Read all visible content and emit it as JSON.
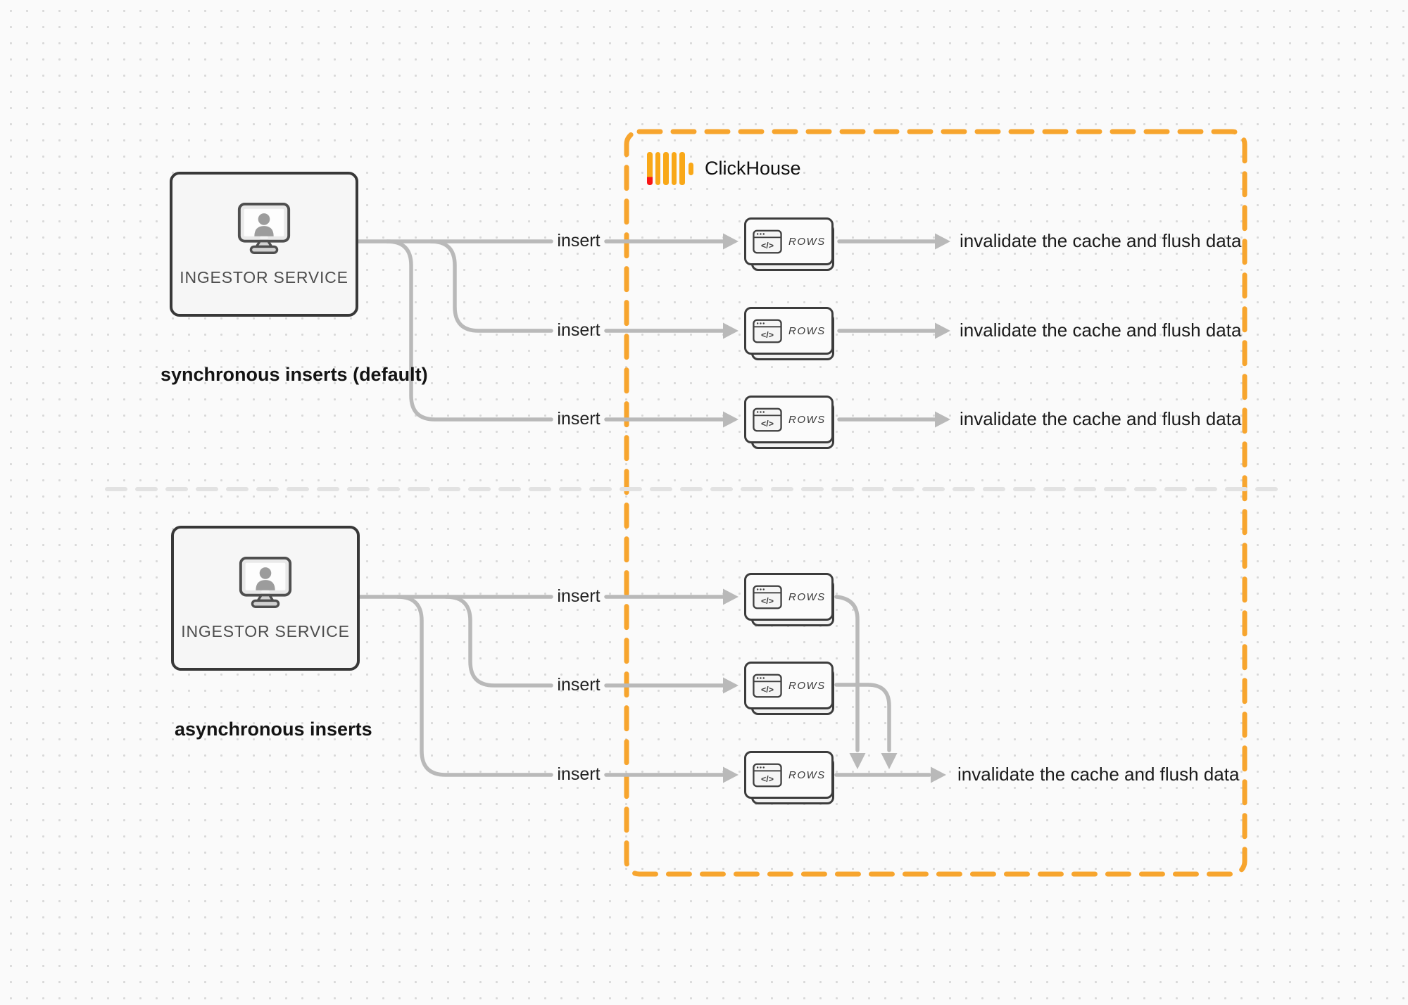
{
  "clickhouse": {
    "title": "ClickHouse",
    "logo_icon": "clickhouse-bars-logo"
  },
  "sections": {
    "sync": {
      "caption": "synchronous inserts (default)",
      "service_label": "INGESTOR SERVICE"
    },
    "async": {
      "caption": "asynchronous inserts",
      "service_label": "INGESTOR SERVICE"
    }
  },
  "labels": {
    "insert": "insert",
    "invalidate": "invalidate the cache and flush data"
  },
  "rows_card": {
    "label": "ROWS",
    "code_glyph": "</>"
  },
  "colors": {
    "boundary_orange": "#F7A52E",
    "logo_amber": "#F9A818",
    "logo_red": "#F91515",
    "connector_gray": "#B9B9B9",
    "divider_gray": "#E2E2E2",
    "box_border_dark": "#383838",
    "background": "#FAFAFA"
  }
}
